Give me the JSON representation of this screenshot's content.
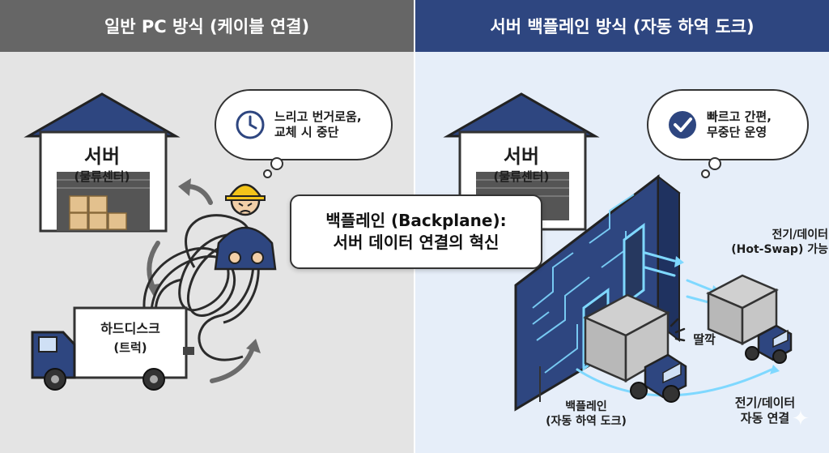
{
  "left": {
    "header": "일반 PC 방식 (케이블 연결)",
    "server_title": "서버",
    "server_subtitle": "(물류센터)",
    "bubble_text": [
      "느리고 번거로움,",
      "교체 시 중단"
    ],
    "bubble_icon": "clock-icon",
    "truck_title": "하드디스크",
    "truck_subtitle": "(트럭)"
  },
  "center": {
    "line1": "백플레인 (Backplane):",
    "line2": "서버 데이터 연결의 혁신"
  },
  "right": {
    "header": "서버 백플레인 방식 (자동 하역 도크)",
    "server_title": "서버",
    "server_subtitle": "(물류센터)",
    "bubble_text": [
      "빠르고 간편,",
      "무중단 운영"
    ],
    "bubble_icon": "check-icon",
    "hotswap_text": [
      "전기/데이터",
      "(Hot-Swap) 가능"
    ],
    "click_text": "딸깍",
    "backplane_text": [
      "백플레인",
      "(자동 하역 도크)"
    ],
    "auto_text": [
      "전기/데이터",
      "자동 연결"
    ]
  },
  "colors": {
    "left_header": "#666666",
    "right_header": "#2e4680",
    "navy": "#2e4680",
    "glow": "#7fd8ff"
  }
}
